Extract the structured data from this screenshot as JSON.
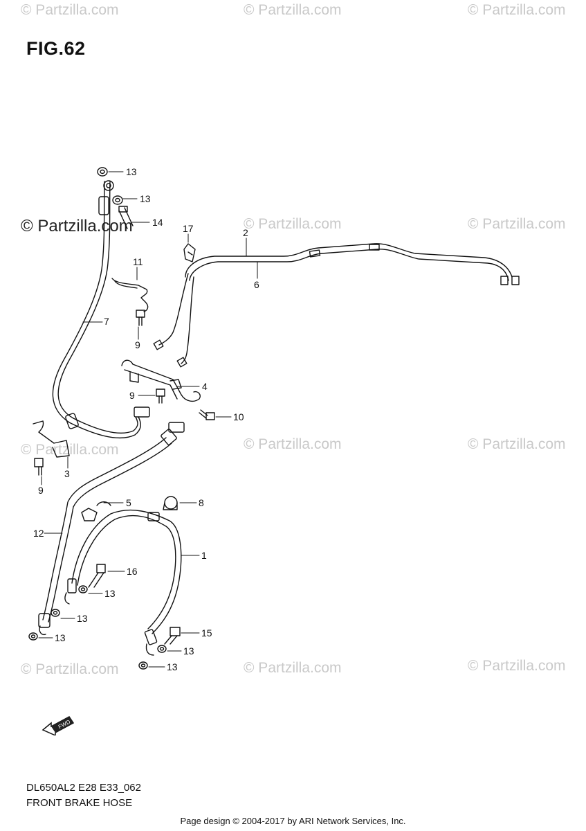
{
  "figure": {
    "title": "FIG.62",
    "model_code": "DL650AL2 E28 E33_062",
    "name": "FRONT BRAKE HOSE",
    "footer": "Page design © 2004-2017 by ARI Network Services, Inc.",
    "watermark": "© Partzilla.com",
    "fwd_label": "FWD"
  },
  "callouts": {
    "c1": "1",
    "c2": "2",
    "c3": "3",
    "c4": "4",
    "c5": "5",
    "c6": "6",
    "c7": "7",
    "c8": "8",
    "c9a": "9",
    "c9b": "9",
    "c9c": "9",
    "c10": "10",
    "c11": "11",
    "c12": "12",
    "c13a": "13",
    "c13b": "13",
    "c13c": "13",
    "c13d": "13",
    "c13e": "13",
    "c13f": "13",
    "c13g": "13",
    "c14": "14",
    "c15": "15",
    "c16": "16",
    "c17": "17"
  }
}
